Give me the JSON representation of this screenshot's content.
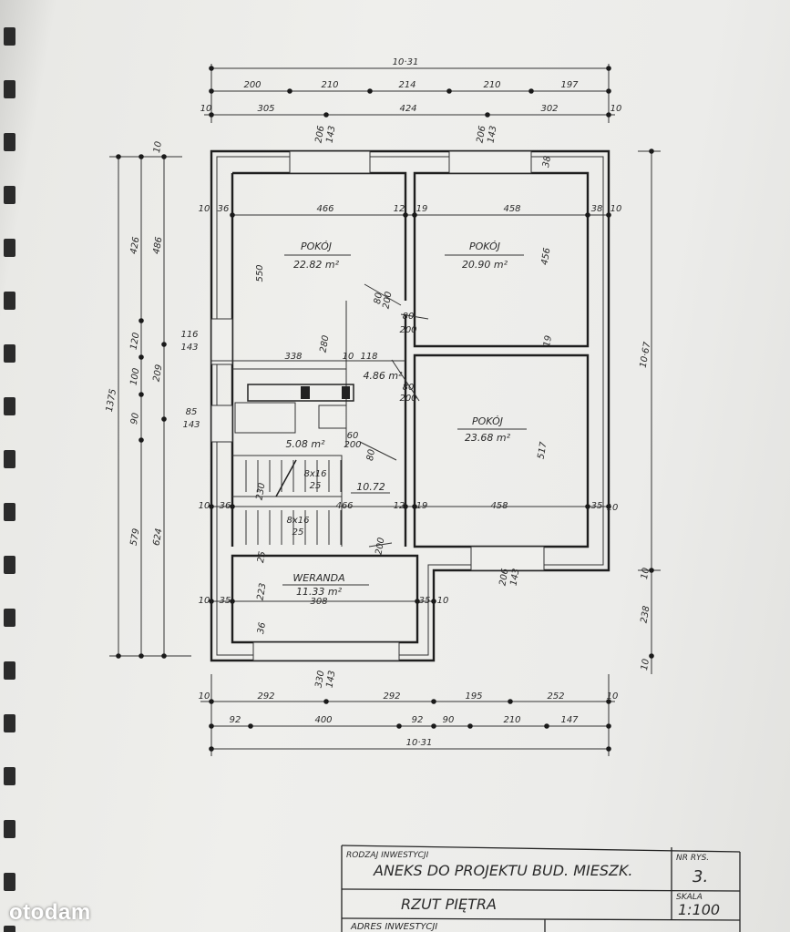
{
  "plan": {
    "dims_top": [
      "10·31",
      "200",
      "210",
      "214",
      "210",
      "197",
      "10",
      "305",
      "424",
      "302",
      "10",
      "206",
      "143",
      "206",
      "143"
    ],
    "dims_left": [
      "1375",
      "426",
      "120",
      "100",
      "90",
      "579",
      "486",
      "209",
      "624",
      "116",
      "143",
      "85",
      "143",
      "10"
    ],
    "dims_right": [
      "10·67",
      "238",
      "10",
      "10",
      "38",
      "10",
      "38",
      "10"
    ],
    "dims_bottom": [
      "10",
      "292",
      "292",
      "195",
      "252",
      "10",
      "92",
      "400",
      "92",
      "90",
      "210",
      "147",
      "10·31",
      "330",
      "143",
      "206",
      "143"
    ],
    "dims_interior": [
      "466",
      "458",
      "550",
      "456",
      "338",
      "118",
      "517",
      "466",
      "458",
      "280",
      "223",
      "230",
      "10",
      "36",
      "12",
      "19",
      "12",
      "19",
      "10",
      "36",
      "35",
      "10",
      "10",
      "35",
      "35",
      "10",
      "80",
      "200",
      "80",
      "200",
      "60",
      "200",
      "80",
      "200",
      "80",
      "200",
      "19",
      "25",
      "36"
    ],
    "rooms": [
      {
        "name": "POKÓJ",
        "area": "22.82 m²"
      },
      {
        "name": "POKÓJ",
        "area": "20.90 m²"
      },
      {
        "name": "POKÓJ",
        "area": "23.68 m²"
      },
      {
        "name": "WERANDA",
        "area": "11.33 m²",
        "extra": "308"
      }
    ],
    "areas": [
      "4.86 m²",
      "5.08 m²",
      "10.72"
    ],
    "stairs": [
      {
        "count": "8x16",
        "tread": "25"
      },
      {
        "count": "8x16",
        "tread": "25"
      }
    ]
  },
  "title_block": {
    "type_label": "RODZAJ INWESTYCJI",
    "type_value": "ANEKS DO PROJEKTU BUD. MIESZK.",
    "drawing_no_label": "NR RYS.",
    "drawing_no": "3.",
    "drawing_name": "RZUT PIĘTRA",
    "scale_label": "SKALA",
    "scale": "1:100",
    "address_label": "ADRES INWESTYCJI"
  },
  "watermark": "otodam"
}
